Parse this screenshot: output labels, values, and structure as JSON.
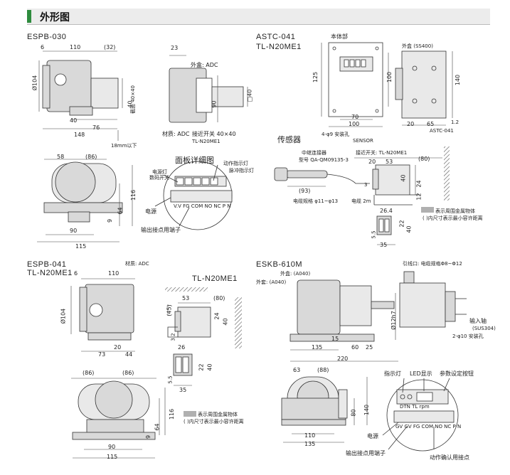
{
  "header": {
    "title": "外形图"
  },
  "espb030": {
    "model": "ESPB-030",
    "dims": {
      "d6": "6",
      "d110": "110",
      "d32": "(32)",
      "d104": "Ø104",
      "d40": "40",
      "d76": "76",
      "d148": "148",
      "d40x40": "截面 40×40",
      "d18": "18mm以下",
      "d58": "58",
      "d86": "(86)",
      "d116": "116",
      "d64": "64",
      "d9": "9",
      "d90": "90",
      "d115": "115"
    }
  },
  "side030": {
    "d23": "23",
    "case": "外盒: ADC",
    "d90": "90",
    "d40": "□40",
    "material": "材质: ADC",
    "switch": "接近开关 40×40",
    "sw_model": "TL-N20ME1"
  },
  "panel": {
    "title": "面板详细图",
    "power_lamp": "电源灯",
    "action_lamp": "动作指示灯",
    "dial_switch": "数码开关",
    "pulse_lamp": "脉冲指示灯",
    "power": "电源",
    "output": "输出接点用端子",
    "terminals": "V.V FG COM NO NC P N"
  },
  "astc041": {
    "model1": "ASTC-041",
    "model2": "TL-N20ME1",
    "body": "本体部",
    "case": "外盒 (SS400)",
    "d125": "125",
    "d100": "100",
    "d70": "70",
    "d100b": "100",
    "d140": "140",
    "d20": "20",
    "d65": "65",
    "d12": "1.2",
    "label": "ASTC-041",
    "holes": "4-φ9 安装孔",
    "sensor": "SENSOR"
  },
  "sensor": {
    "title": "传感器",
    "relay": "中继连接器",
    "relay_model": "型号 QA-QM09135-3",
    "switch": "接近开关: TL-N20ME1",
    "d80": "(80)",
    "d20": "20",
    "d53": "53",
    "d40": "40",
    "d93": "(93)",
    "d3": "3",
    "d24": "24",
    "d12": "12",
    "cable": "电缆规格 φ11~φ13",
    "cable_len": "电缆 2m",
    "d26": "26.4",
    "d22": "22",
    "d40b": "40",
    "d35": "35",
    "d55": "5.5",
    "legend1": "表示周围金属物体",
    "legend2": "( )内尺寸表示最小容许距离"
  },
  "espb041": {
    "model1": "ESPB-041",
    "model2": "TL-N20ME1",
    "material": "材质: ADC",
    "d6": "6",
    "d110": "110",
    "d104": "Ø104",
    "d73": "73",
    "d20": "20",
    "d44": "44",
    "sw_model": "TL-N20ME1",
    "d45": "(45)",
    "d53": "53",
    "d80": "(80)",
    "d24": "24",
    "d40": "40",
    "d3": "3.2",
    "d26": "26",
    "d40b": "40",
    "d22": "22",
    "d35": "35",
    "d55": "5.5",
    "d86a": "(86)",
    "d86b": "(86)",
    "d116": "116",
    "d64": "64",
    "d9": "9",
    "d90": "90",
    "d115": "115",
    "legend1": "表示周围金属物体",
    "legend2": "( )内尺寸表示最小容许距离"
  },
  "eskb610": {
    "model": "ESKB-610M",
    "case1": "外盒: (A040)",
    "case2": "外套: (A040)",
    "cable_in": "引线口: 电缆规格Φ8~Φ12",
    "d12h7": "Ø12h7",
    "d15": "15",
    "d135": "135",
    "d60": "60",
    "d25": "25",
    "d220": "220",
    "shaft": "输入轴",
    "shaft_mat": "(SUS304)",
    "holes": "2-φ10 安装孔",
    "d63": "63",
    "d88": "(88)",
    "d80": "80",
    "d140": "140",
    "d110": "110",
    "d135b": "135",
    "lamp": "指示灯",
    "led": "LED显示",
    "param": "参数设定按钮",
    "power": "电源",
    "output": "输出接点用端子",
    "confirm": "动作确认用接点",
    "terminals": "GV GV FG COM NO NC P N",
    "keys": "DTN TL   rpm"
  }
}
